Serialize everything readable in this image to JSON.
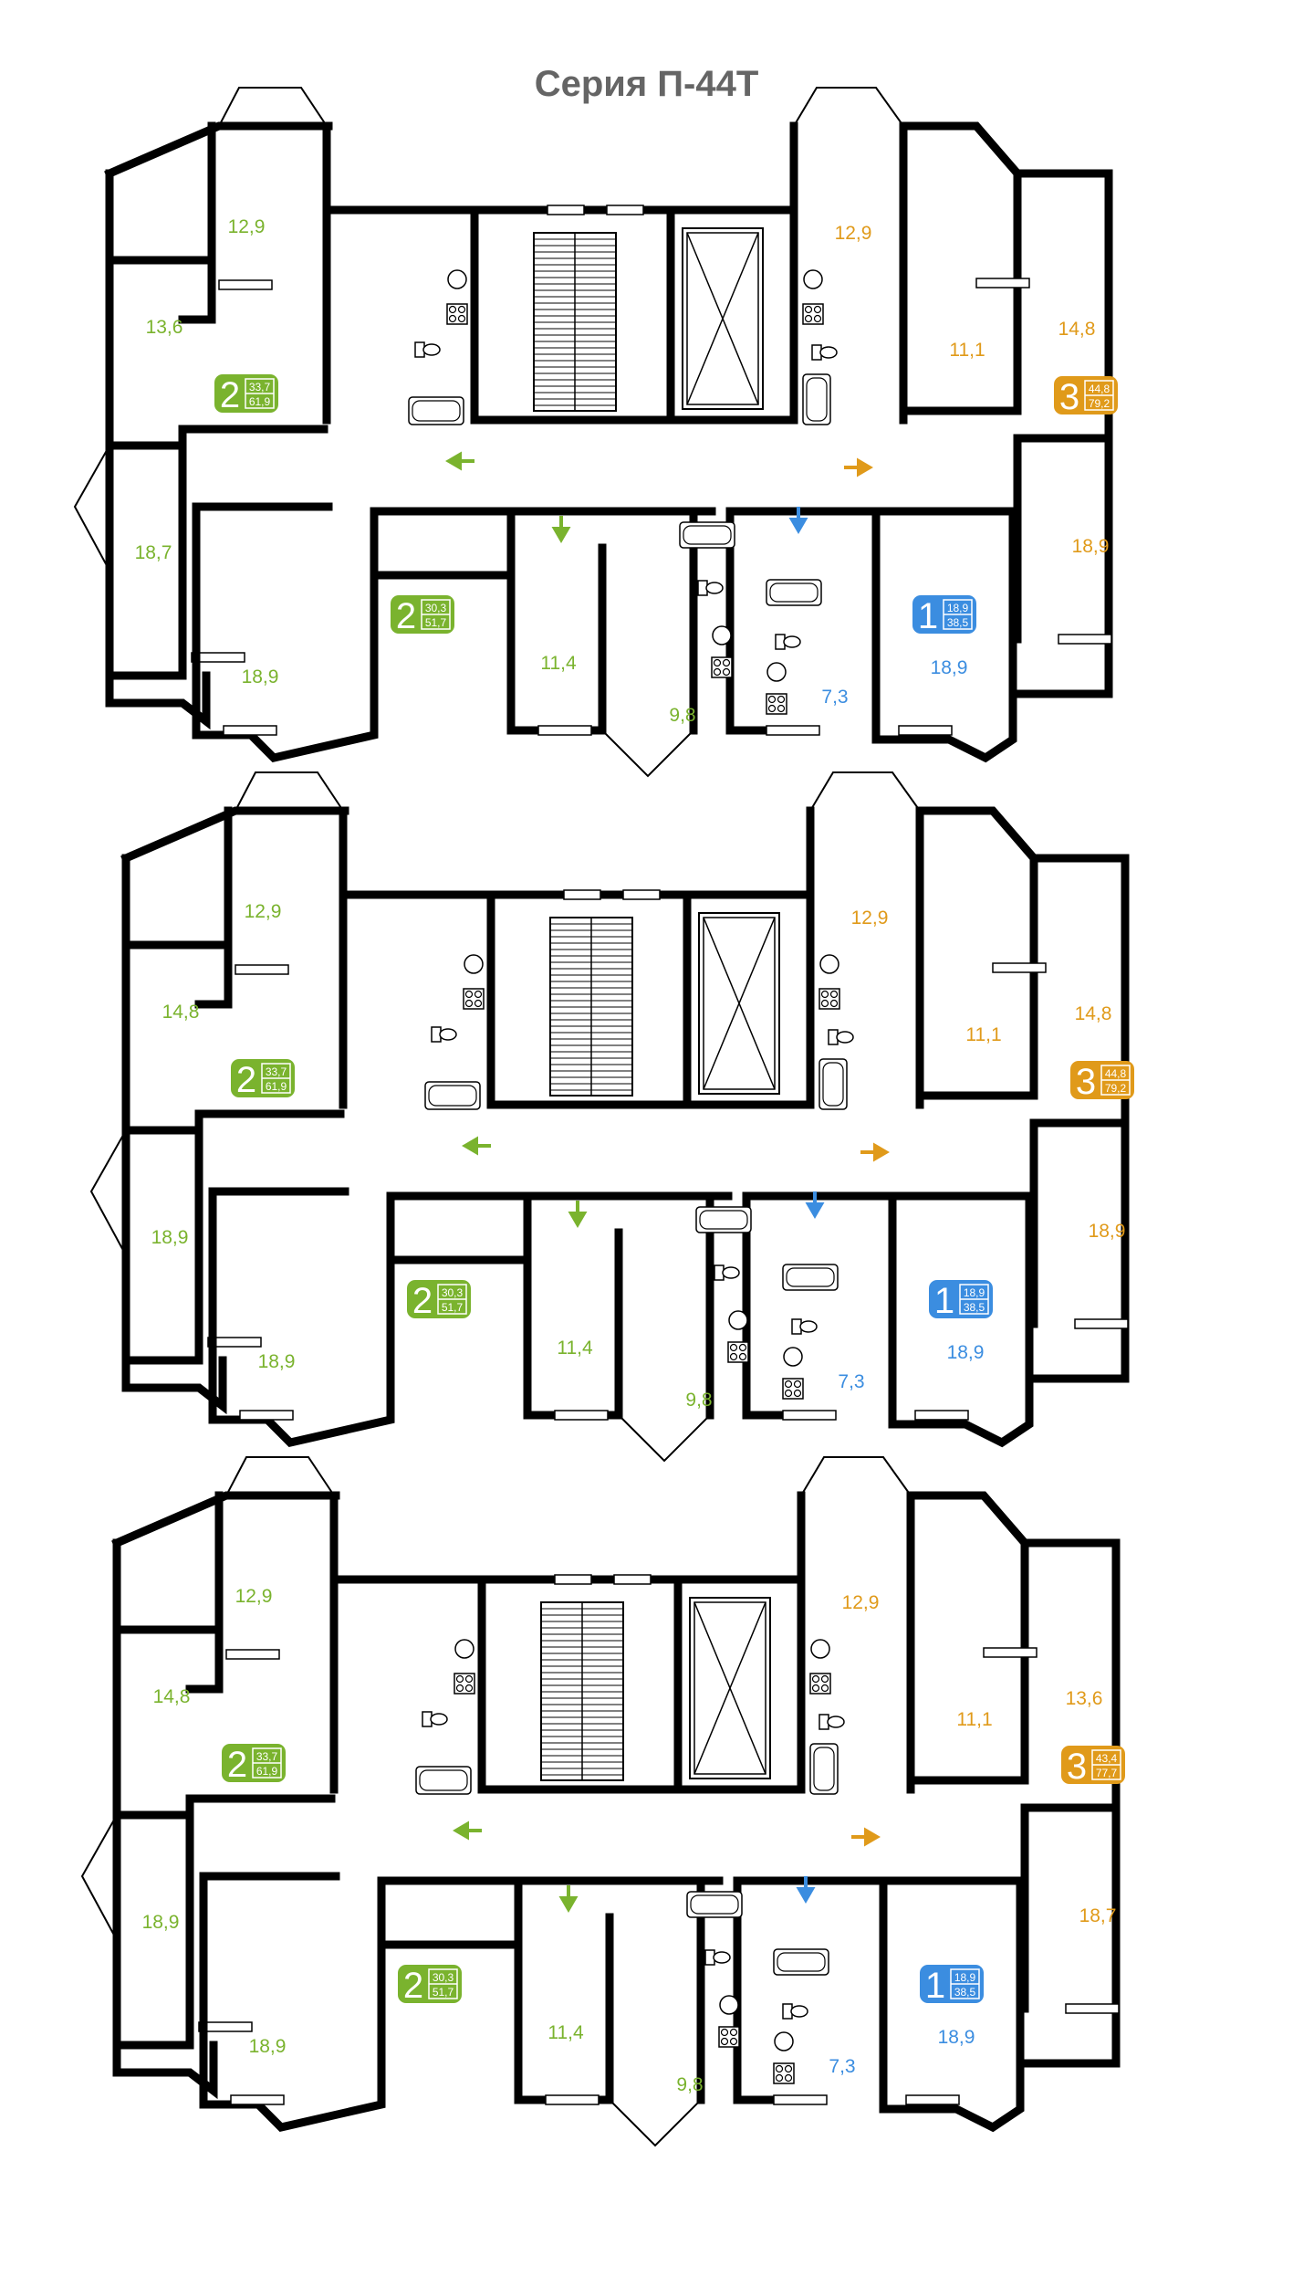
{
  "title": "Серия П-44Т",
  "colors": {
    "green": "#7ab32e",
    "orange": "#e09a1a",
    "blue": "#3b8de0",
    "wall": "#000000",
    "title": "#656565"
  },
  "floors": [
    {
      "id": "floor-1",
      "rooms": {
        "ll_top": "12,9",
        "ll_mid": "13,6",
        "ll_bot": "18,7",
        "lr_top": "12,9",
        "lr_mid": "11,1",
        "lr_right": "14,8",
        "lr_bot": "18,9",
        "g2_living": "18,9",
        "g2_mid": "11,4",
        "g2_kitchen": "9,8",
        "b1_kitchen": "7,3",
        "b1_living": "18,9"
      },
      "badges": {
        "left": {
          "count": "2",
          "top": "33,7",
          "bottom": "61,9"
        },
        "right": {
          "count": "3",
          "top": "44,8",
          "bottom": "79,2"
        },
        "mid": {
          "count": "2",
          "top": "30,3",
          "bottom": "51,7"
        },
        "one": {
          "count": "1",
          "top": "18,9",
          "bottom": "38,5"
        }
      }
    },
    {
      "id": "floor-2",
      "rooms": {
        "ll_top": "12,9",
        "ll_mid": "14,8",
        "ll_bot": "18,9",
        "lr_top": "12,9",
        "lr_mid": "11,1",
        "lr_right": "14,8",
        "lr_bot": "18,9",
        "g2_living": "18,9",
        "g2_mid": "11,4",
        "g2_kitchen": "9,8",
        "b1_kitchen": "7,3",
        "b1_living": "18,9"
      },
      "badges": {
        "left": {
          "count": "2",
          "top": "33,7",
          "bottom": "61,9"
        },
        "right": {
          "count": "3",
          "top": "44,8",
          "bottom": "79,2"
        },
        "mid": {
          "count": "2",
          "top": "30,3",
          "bottom": "51,7"
        },
        "one": {
          "count": "1",
          "top": "18,9",
          "bottom": "38,5"
        }
      }
    },
    {
      "id": "floor-3",
      "rooms": {
        "ll_top": "12,9",
        "ll_mid": "14,8",
        "ll_bot": "18,9",
        "lr_top": "12,9",
        "lr_mid": "11,1",
        "lr_right": "13,6",
        "lr_bot": "18,7",
        "g2_living": "18,9",
        "g2_mid": "11,4",
        "g2_kitchen": "9,8",
        "b1_kitchen": "7,3",
        "b1_living": "18,9"
      },
      "badges": {
        "left": {
          "count": "2",
          "top": "33,7",
          "bottom": "61,9"
        },
        "right": {
          "count": "3",
          "top": "43,4",
          "bottom": "77,7"
        },
        "mid": {
          "count": "2",
          "top": "30,3",
          "bottom": "51,7"
        },
        "one": {
          "count": "1",
          "top": "18,9",
          "bottom": "38,5"
        }
      }
    }
  ]
}
